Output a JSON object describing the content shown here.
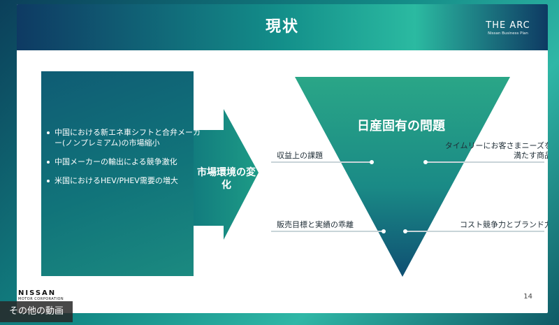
{
  "slide": {
    "title": "現状",
    "logo": {
      "brand": "THE ARC",
      "subtitle": "Nissan Business Plan"
    },
    "left_box": {
      "items": [
        "中国における新エネ車シフトと合弁メーカー(ノンプレミアム)の市場縮小",
        "中国メーカーの輸出による競争激化",
        "米国におけるHEV/PHEV需要の増大"
      ]
    },
    "arrow_label": "市場環境の変化",
    "triangle": {
      "title": "日産固有の問題",
      "issues": {
        "top_left": "収益上の課題",
        "top_right": "タイムリーにお客さまニーズを満たす商品",
        "bottom_left": "販売目標と実績の乖離",
        "bottom_right": "コスト競争力とブランド力"
      }
    },
    "page_number": "14",
    "footer_logo": {
      "name": "NISSAN",
      "corp": "MOTOR CORPORATION"
    }
  },
  "overlay": {
    "more_videos_label": "その他の動画"
  },
  "colors": {
    "header_gradient_start": "#0e3a63",
    "teal": "#138f8a",
    "text_dark": "#1f2d36"
  }
}
